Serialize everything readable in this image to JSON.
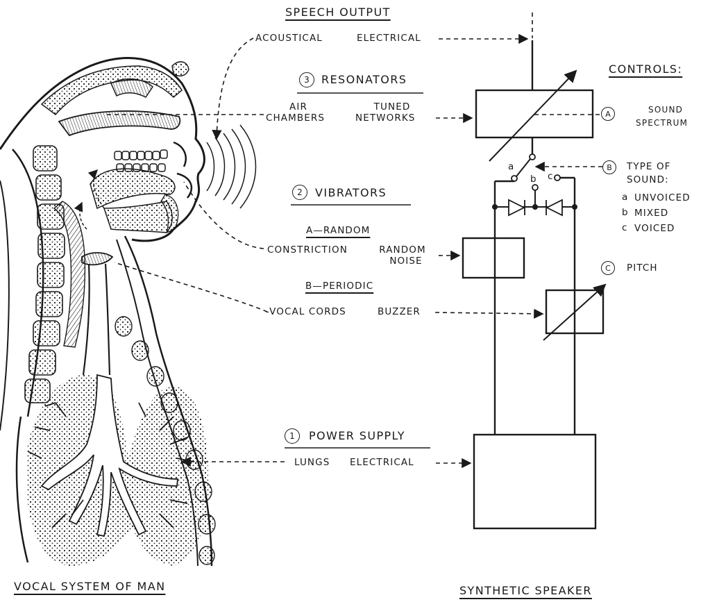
{
  "header": {
    "speech_output": "SPEECH OUTPUT",
    "acoustical": "ACOUSTICAL",
    "electrical_top": "ELECTRICAL"
  },
  "resonators": {
    "number": "3",
    "title": "RESONATORS",
    "air_chambers_1": "AIR",
    "air_chambers_2": "CHAMBERS",
    "tuned_1": "TUNED",
    "tuned_2": "NETWORKS"
  },
  "vibrators": {
    "number": "2",
    "title": "VIBRATORS",
    "random_title": "A—RANDOM",
    "constriction": "CONSTRICTION",
    "random_noise_1": "RANDOM",
    "random_noise_2": "NOISE",
    "periodic_title": "B—PERIODIC",
    "vocal_cords": "-VOCAL CORDS",
    "buzzer": "BUZZER"
  },
  "power": {
    "number": "1",
    "title": "POWER SUPPLY",
    "lungs": "LUNGS",
    "electrical": "ELECTRICAL"
  },
  "controls": {
    "title": "CONTROLS:",
    "a_letter": "A",
    "a_label_1": "SOUND",
    "a_label_2": "SPECTRUM",
    "b_letter": "B",
    "b_label_1": "TYPE OF",
    "b_label_2": "SOUND:",
    "opt_a_letter": "a",
    "opt_a": "UNVOICED",
    "opt_b_letter": "b",
    "opt_b": "MIXED",
    "opt_c_letter": "c",
    "opt_c": "VOICED",
    "c_letter": "C",
    "c_label": "PITCH",
    "switch_a": "a",
    "switch_b": "b",
    "switch_c": "c"
  },
  "footer": {
    "left": "VOCAL SYSTEM OF MAN",
    "right": "SYNTHETIC SPEAKER"
  }
}
